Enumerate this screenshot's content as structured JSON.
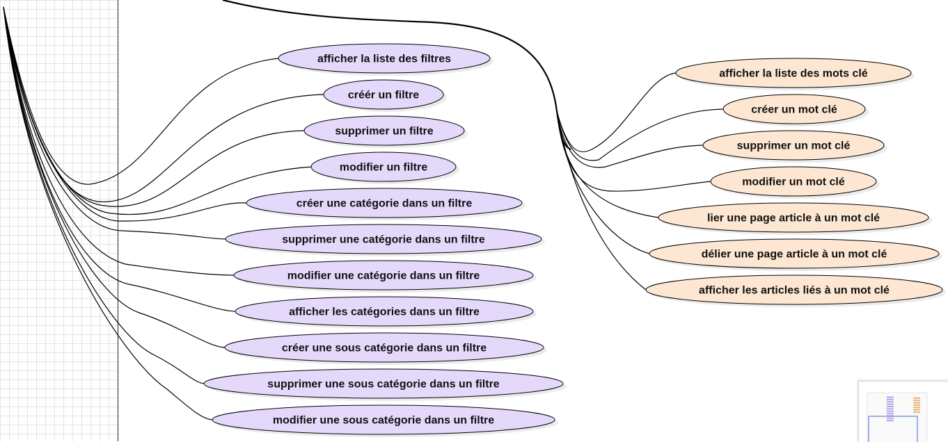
{
  "filter_nodes": [
    "afficher la liste des filtres",
    "créér un filtre",
    "supprimer un filtre",
    "modifier un filtre",
    "créer une catégorie dans un filtre",
    "supprimer une catégorie dans un filtre",
    "modifier une catégorie dans un filtre",
    "afficher les catégories dans un filtre",
    "créer une sous catégorie dans un filtre",
    "supprimer une sous catégorie dans un filtre",
    "modifier une sous catégorie dans un filtre"
  ],
  "keyword_nodes": [
    "afficher la liste des mots clé",
    "créer un mot clé",
    "supprimer un mot clé",
    "modifier un mot clé",
    "lier une page article à un mot clé",
    "délier une page article à un mot clé",
    "afficher les articles liés à un mot clé"
  ],
  "colors": {
    "filter_fill": "#e5d9fb",
    "keyword_fill": "#fde7d2",
    "stroke": "#000000"
  }
}
